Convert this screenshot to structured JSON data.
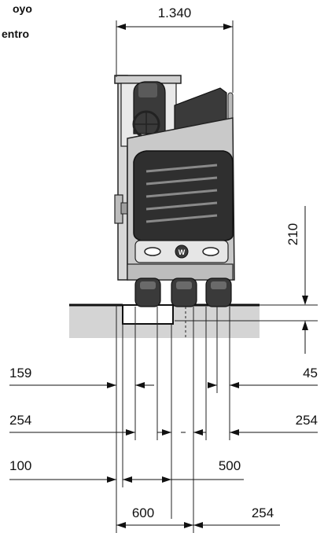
{
  "caption": {
    "line1": "oyo",
    "line2": "entro"
  },
  "dimensions": {
    "overall_width": "1.340",
    "height_above_ground": "210",
    "left_159": "159",
    "right_45": "45",
    "left_254": "254",
    "right_254": "254",
    "left_100": "100",
    "right_500": "500",
    "bottom_600": "600",
    "bottom_254": "254"
  },
  "colors": {
    "ground": "#d4d4d4",
    "body": "#c9c9c9",
    "panel": "#e6e6e6",
    "dark": "#2f2f2f",
    "line": "#111111"
  }
}
